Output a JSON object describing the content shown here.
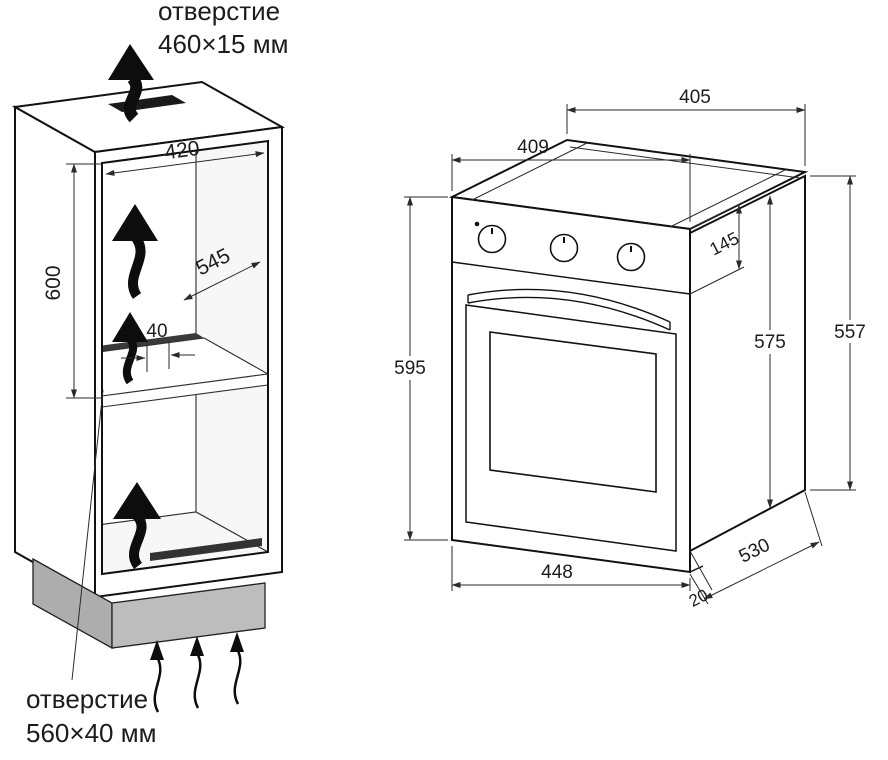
{
  "diagram": {
    "cabinet": {
      "top_opening": {
        "line1": "отверстие",
        "line2": "460×15 мм"
      },
      "bottom_opening": {
        "line1": "отверстие",
        "line2": "560×40 мм"
      },
      "dims": {
        "niche_width": "420",
        "niche_depth": "545",
        "niche_height": "600",
        "vent_gap": "40"
      }
    },
    "oven": {
      "dims": {
        "top_back_width": "405",
        "top_front_width": "409",
        "panel_height": "145",
        "back_height": "557",
        "case_height": "575",
        "front_height": "595",
        "front_width": "448",
        "case_depth": "530",
        "front_overhang": "20"
      }
    }
  }
}
